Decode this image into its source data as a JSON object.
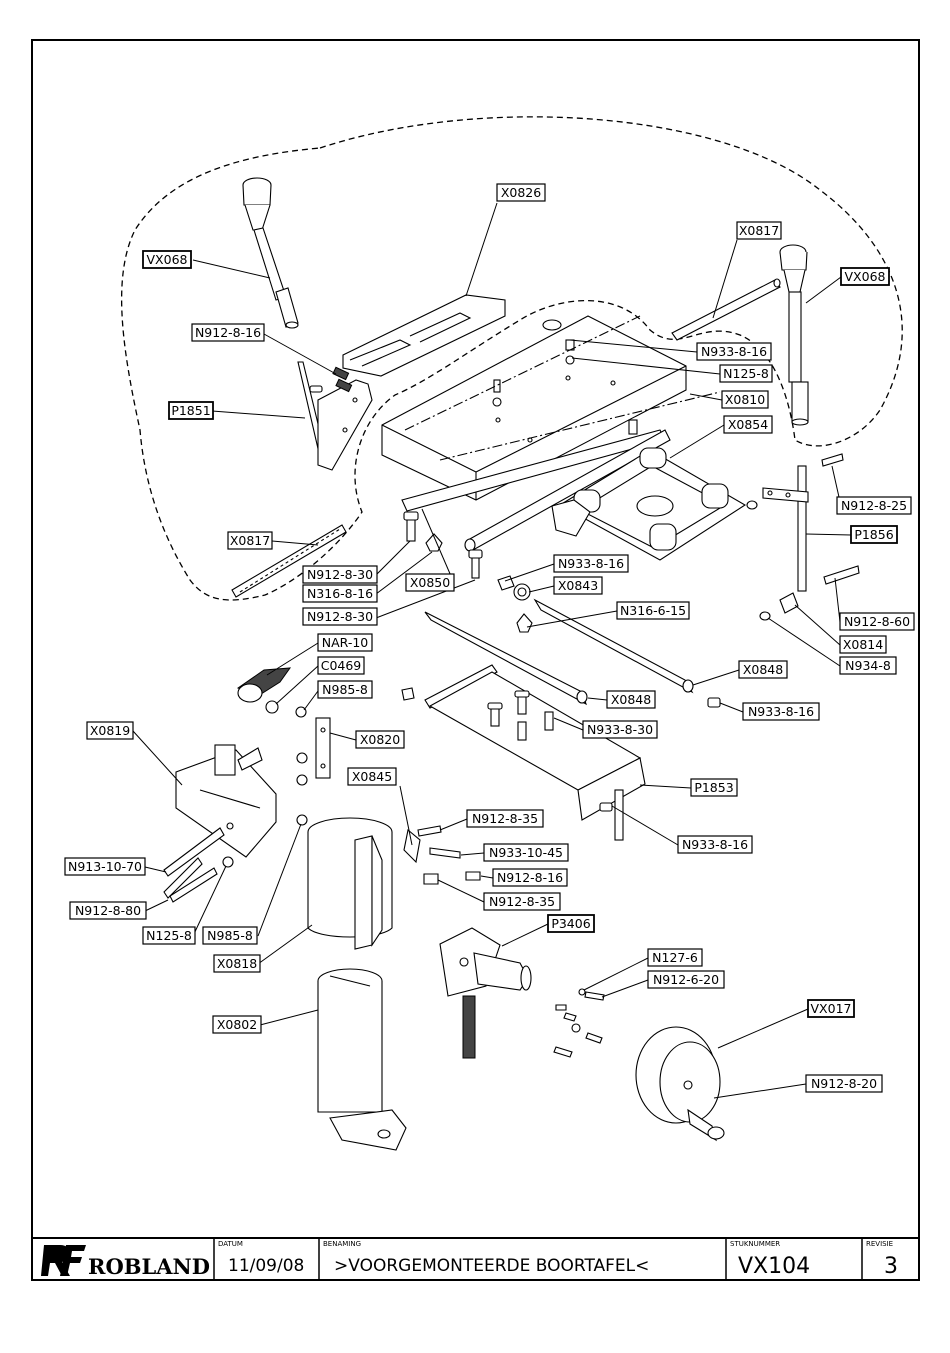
{
  "labels": [
    {
      "id": "X0826a",
      "text": "X0826"
    },
    {
      "id": "X0817a",
      "text": "X0817"
    },
    {
      "id": "VX068a",
      "text": "VX068"
    },
    {
      "id": "VX068b",
      "text": "VX068"
    },
    {
      "id": "N912-8-16a",
      "text": "N912-8-16"
    },
    {
      "id": "N933-8-16a",
      "text": "N933-8-16"
    },
    {
      "id": "N125-8a",
      "text": "N125-8"
    },
    {
      "id": "P1851",
      "text": "P1851"
    },
    {
      "id": "X0810",
      "text": "X0810"
    },
    {
      "id": "X0854",
      "text": "X0854"
    },
    {
      "id": "N912-8-25",
      "text": "N912-8-25"
    },
    {
      "id": "X0817b",
      "text": "X0817"
    },
    {
      "id": "P1856",
      "text": "P1856"
    },
    {
      "id": "N912-8-30a",
      "text": "N912-8-30"
    },
    {
      "id": "N316-8-16",
      "text": "N316-8-16"
    },
    {
      "id": "X0850",
      "text": "X0850"
    },
    {
      "id": "N933-8-16b",
      "text": "N933-8-16"
    },
    {
      "id": "X0843",
      "text": "X0843"
    },
    {
      "id": "N912-8-30b",
      "text": "N912-8-30"
    },
    {
      "id": "N316-6-15",
      "text": "N316-6-15"
    },
    {
      "id": "N912-8-60",
      "text": "N912-8-60"
    },
    {
      "id": "X0814",
      "text": "X0814"
    },
    {
      "id": "NAR-10",
      "text": "NAR-10"
    },
    {
      "id": "N934-8",
      "text": "N934-8"
    },
    {
      "id": "C0469",
      "text": "C0469"
    },
    {
      "id": "X0848a",
      "text": "X0848"
    },
    {
      "id": "N985-8a",
      "text": "N985-8"
    },
    {
      "id": "X0848b",
      "text": "X0848"
    },
    {
      "id": "N933-8-16c",
      "text": "N933-8-16"
    },
    {
      "id": "X0819",
      "text": "X0819"
    },
    {
      "id": "N933-8-30",
      "text": "N933-8-30"
    },
    {
      "id": "X0820",
      "text": "X0820"
    },
    {
      "id": "X0845",
      "text": "X0845"
    },
    {
      "id": "P1853",
      "text": "P1853"
    },
    {
      "id": "N912-8-35a",
      "text": "N912-8-35"
    },
    {
      "id": "N933-8-16d",
      "text": "N933-8-16"
    },
    {
      "id": "N933-10-45",
      "text": "N933-10-45"
    },
    {
      "id": "N913-10-70",
      "text": "N913-10-70"
    },
    {
      "id": "N912-8-16b",
      "text": "N912-8-16"
    },
    {
      "id": "N912-8-35b",
      "text": "N912-8-35"
    },
    {
      "id": "N912-8-80",
      "text": "N912-8-80"
    },
    {
      "id": "P3406",
      "text": "P3406"
    },
    {
      "id": "N125-8b",
      "text": "N125-8"
    },
    {
      "id": "N985-8b",
      "text": "N985-8"
    },
    {
      "id": "X0818",
      "text": "X0818"
    },
    {
      "id": "N127-6",
      "text": "N127-6"
    },
    {
      "id": "N912-6-20",
      "text": "N912-6-20"
    },
    {
      "id": "VX017",
      "text": "VX017"
    },
    {
      "id": "X0802",
      "text": "X0802"
    },
    {
      "id": "N912-8-20",
      "text": "N912-8-20"
    }
  ],
  "title_block": {
    "logo": "ROBLAND",
    "datum_label": "DATUM",
    "datum_value": "11/09/08",
    "benaming_label": "BENAMING",
    "benaming_value": ">VOORGEMONTEERDE BOORTAFEL<",
    "stuknummer_label": "STUKNUMMER",
    "stuknummer_value": "VX104",
    "revisie_label": "REVISIE",
    "revisie_value": "3"
  }
}
